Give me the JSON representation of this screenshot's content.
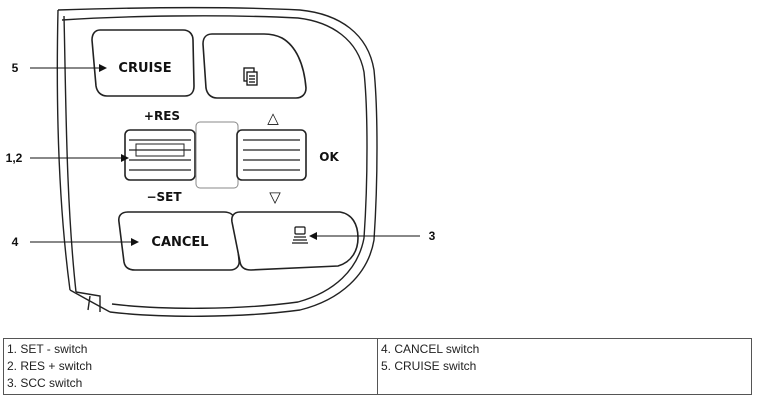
{
  "buttons": {
    "cruise": "CRUISE",
    "res": "+RES",
    "set": "−SET",
    "ok": "OK",
    "cancel": "CANCEL",
    "up_arrow": "△",
    "down_arrow": "▽",
    "info_icon": "info-screen-icon",
    "scc_icon": "distance-icon"
  },
  "callouts": {
    "c5": "5",
    "c12": "1,2",
    "c4": "4",
    "c3": "3"
  },
  "legend": {
    "left": [
      "1. SET - switch",
      "2. RES + switch",
      "3. SCC switch"
    ],
    "right": [
      "4. CANCEL switch",
      "5. CRUISE switch"
    ]
  }
}
